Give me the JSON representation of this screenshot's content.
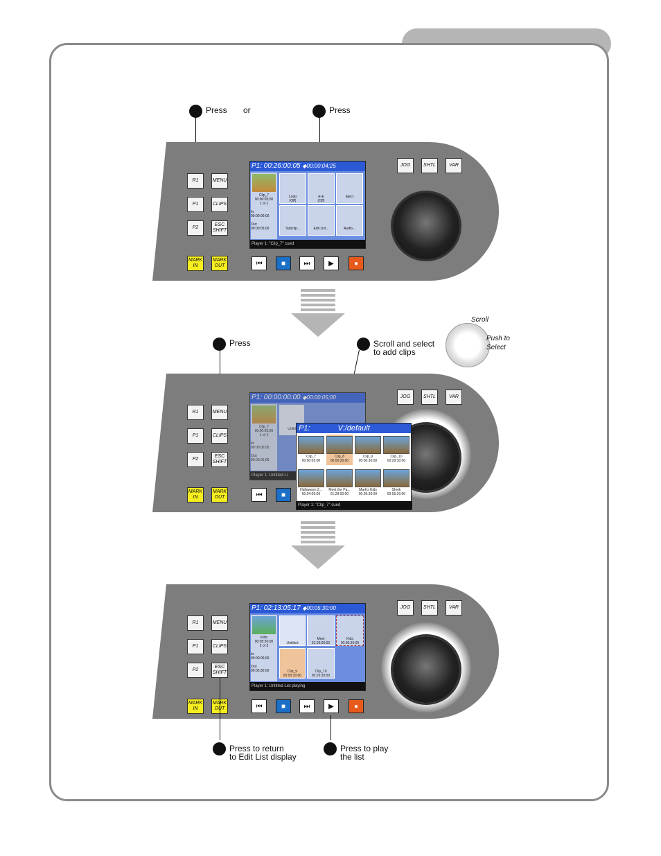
{
  "callouts": {
    "step1_press": "Press",
    "step1_or": "or",
    "step2_press": "Press",
    "step3_press": "Press",
    "step4_scroll": "Scroll and select",
    "step4_scroll2": "to add clips",
    "step5_return": "Press to return",
    "step5_return2": "to Edit List display",
    "step6_play": "Press to play",
    "step6_play2": "the list"
  },
  "knob": {
    "scroll": "Scroll",
    "push1": "Push to",
    "push2": "Select"
  },
  "keys": {
    "r1": "R1",
    "p1": "P1",
    "p2": "P2",
    "menu": "MENU",
    "clips": "CLIPS",
    "esc": "ESC",
    "shift": "SHIFT",
    "mark": "MARK",
    "in": "IN",
    "out": "OUT",
    "jog": "JOG",
    "shtl": "SHTL",
    "var": "VAR"
  },
  "screen1": {
    "title": "P1: 00:26:00:05",
    "tc": "◆00:00:04;25",
    "clip": "Clip_7",
    "clip_tc": "00:00:05;00",
    "count": "1 of 1",
    "in_label": "In:",
    "in_tc": "00:00:00;00",
    "out_label": "Out:",
    "out_tc": "00:00:05;00",
    "btns": [
      "Loop\n(Off)",
      "E-E\n(Off)",
      "Eject",
      "Subclip...",
      "Edit List...",
      "Audio..."
    ],
    "status": "Player 1: \"Clip_7\" cued"
  },
  "screen2": {
    "title": "P1: 00:00:00:00",
    "tc": "◆00:00:05;00",
    "clip": "Clip_7",
    "clip_tc": "00:00:05;00",
    "count": "1 of 1",
    "in_label": "In:",
    "in_tc": "00:00:00;00",
    "out_label": "Out:",
    "out_tc": "00:00:05;00",
    "untitled": "Untitl",
    "status": "Player 1: Untitled Li"
  },
  "popup": {
    "title": "P1:",
    "path": "V:/default",
    "status": "Player 1: \"Clip_7\" cued",
    "cells": [
      {
        "name": "Clip_7",
        "tc": "00:00:05:00"
      },
      {
        "name": "Clip_8",
        "tc": "00:00:30:00"
      },
      {
        "name": "Clip_9",
        "tc": "00:00:30:00"
      },
      {
        "name": "Clip_10",
        "tc": "00:29:30:00"
      },
      {
        "name": "Halloween 2...",
        "tc": "00:04:05:09"
      },
      {
        "name": "Meet the Pa...",
        "tc": "01:29:00:00"
      },
      {
        "name": "Mark's Kids",
        "tc": "00:05:30:00"
      },
      {
        "name": "Shrek",
        "tc": "00:05:30:00"
      }
    ]
  },
  "screen3": {
    "title": "P1: 02:13:05:17",
    "tc": "◆00:05:30:00",
    "clip": "Kids",
    "clip_tc": "00:05:30:00",
    "count": "2 of 3",
    "in_label": "In:",
    "in_tc": "00:00:00;00",
    "out_label": "Out:",
    "out_tc": "00:05:30;00",
    "untitled": "Untitled",
    "meet": "Meet",
    "meet_tc": "01:29:00:00",
    "kids": "Kids",
    "kids_tc": "00:05:30:00",
    "clip9": "Clip_9",
    "clip9_tc": "00:00:30:00",
    "clip10": "Clip_10",
    "clip10_tc": "00:29:30:00",
    "status": "Player 1: Untitled List playing"
  }
}
